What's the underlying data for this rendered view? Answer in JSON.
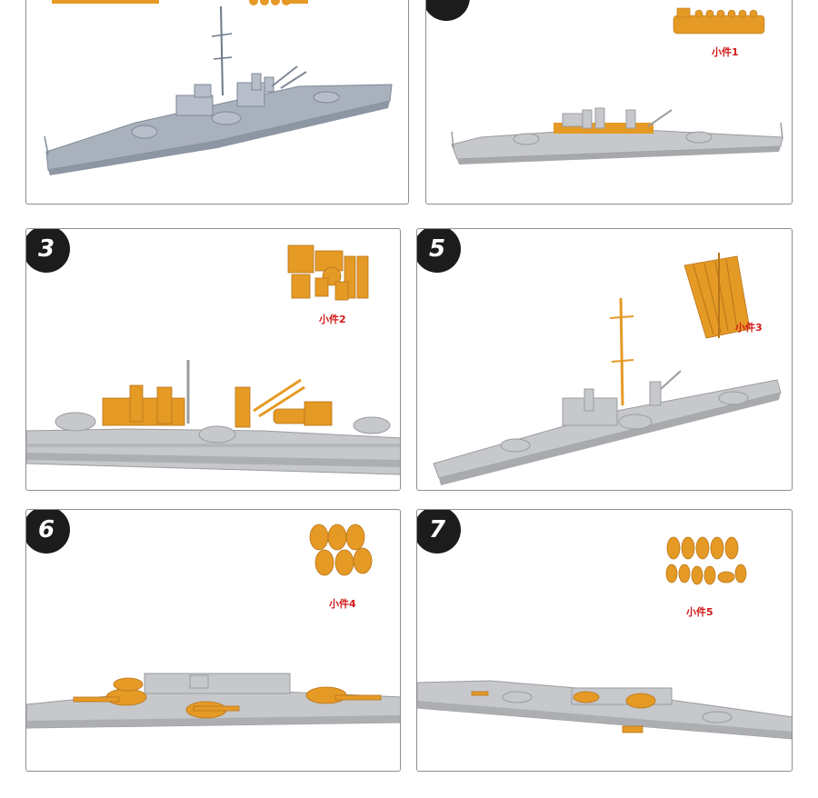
{
  "panels": [
    {
      "step": "",
      "label": ""
    },
    {
      "step": "",
      "label": "小件1"
    },
    {
      "step": "3",
      "label": "小件2"
    },
    {
      "step": "5",
      "label": "小件3"
    },
    {
      "step": "6",
      "label": "小件4"
    },
    {
      "step": "7",
      "label": "小件5"
    }
  ],
  "colors": {
    "hull": "#c6c8cb",
    "hull_blue": "#a9b1bd",
    "parts": "#e59a25",
    "label": "#d21a1a",
    "badge": "#1c1c1c"
  }
}
